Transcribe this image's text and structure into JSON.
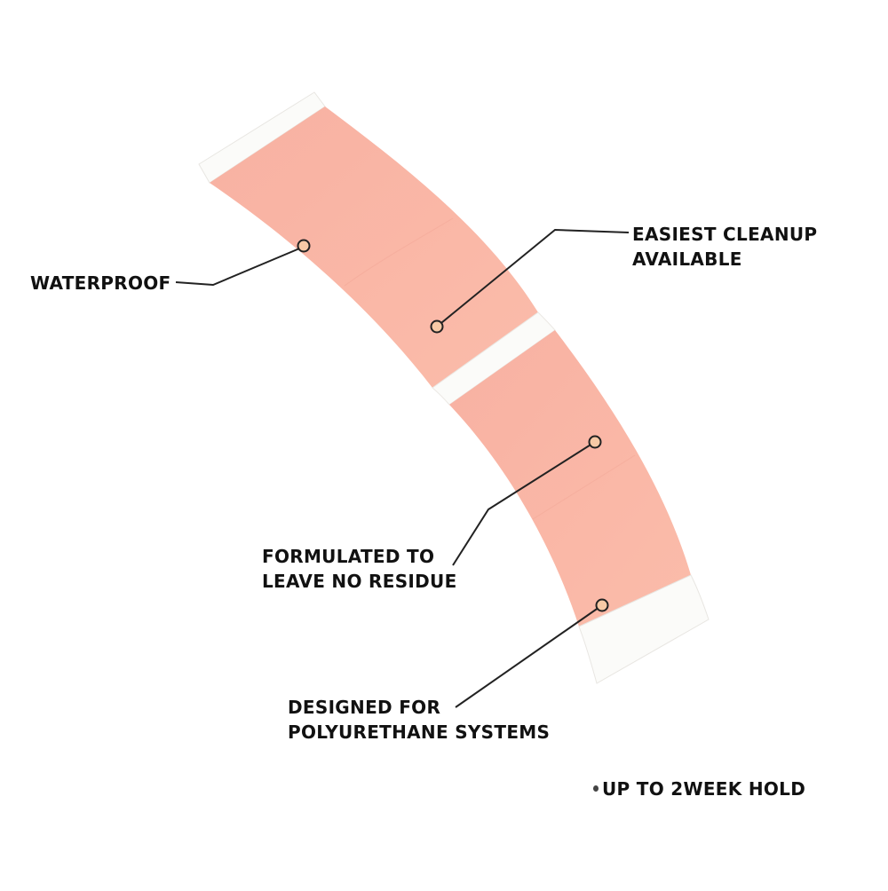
{
  "colors": {
    "tape": "#f9b4a4",
    "liner": "#fbfbf9",
    "leader": "#222222",
    "marker_fill": "#f7c9a6"
  },
  "callouts": {
    "waterproof": {
      "lines": [
        "WATERPROOF"
      ]
    },
    "cleanup": {
      "lines": [
        "EASIEST CLEANUP",
        "AVAILABLE"
      ]
    },
    "residue": {
      "lines": [
        "FORMULATED TO",
        "LEAVE NO RESIDUE"
      ]
    },
    "designed": {
      "lines": [
        "DESIGNED FOR",
        "POLYURETHANE SYSTEMS"
      ]
    },
    "hold": {
      "lines": [
        "UP TO 2WEEK HOLD"
      ],
      "bullet_icon": "bullet-dot-icon"
    }
  }
}
